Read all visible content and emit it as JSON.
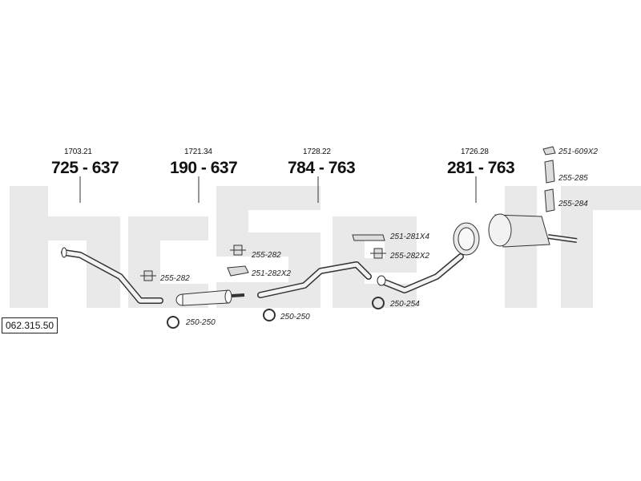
{
  "brand": {
    "name": "bosal",
    "color": "#e9e9e9"
  },
  "diagram_ref": "062.315.50",
  "sections": [
    {
      "ref": "1703.21",
      "code": "725 - 637"
    },
    {
      "ref": "1721.34",
      "code": "190 - 637"
    },
    {
      "ref": "1728.22",
      "code": "784 - 763"
    },
    {
      "ref": "1726.28",
      "code": "281 - 763"
    }
  ],
  "fittings": [
    {
      "id": "fit-255-282-a",
      "code": "255-282",
      "icon": "rubber-hanger-icon"
    },
    {
      "id": "fit-250-250-a",
      "code": "250-250",
      "icon": "clamp-icon"
    },
    {
      "id": "fit-255-282-b",
      "code": "255-282",
      "icon": "rubber-hanger-icon"
    },
    {
      "id": "fit-251-282x2",
      "code": "251-282X2",
      "icon": "gasket-icon"
    },
    {
      "id": "fit-250-250-b",
      "code": "250-250",
      "icon": "clamp-icon"
    },
    {
      "id": "fit-251-281x4",
      "code": "251-281X4",
      "icon": "gasket-icon"
    },
    {
      "id": "fit-255-282x2",
      "code": "255-282X2",
      "icon": "rubber-hanger-icon"
    },
    {
      "id": "fit-250-254",
      "code": "250-254",
      "icon": "clamp-icon"
    },
    {
      "id": "fit-251-609x2",
      "code": "251-609X2",
      "icon": "gasket-icon"
    },
    {
      "id": "fit-255-285",
      "code": "255-285",
      "icon": "bracket-icon"
    },
    {
      "id": "fit-255-284",
      "code": "255-284",
      "icon": "bracket-icon"
    }
  ]
}
